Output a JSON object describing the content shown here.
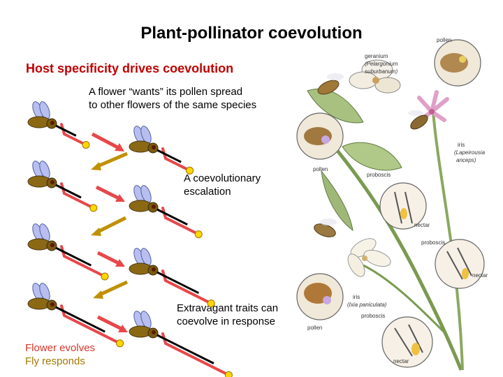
{
  "title": "Plant-pollinator coevolution",
  "subtitle": "Host specificity drives coevolution",
  "notes": {
    "flower_wants_1": "A flower “wants” its pollen spread",
    "flower_wants_2": "to other flowers of the same species",
    "escalation_1": "A coevolutionary",
    "escalation_2": "escalation",
    "extravagant_1": "Extravagant traits can",
    "extravagant_2": "coevolve in response"
  },
  "legend": {
    "flower": "Flower evolves",
    "fly": "Fly responds"
  },
  "illustration_labels": {
    "geranium": "geranium",
    "geranium_species_1": "(Pelargonium",
    "geranium_species_2": "suburbanum)",
    "pollen_top": "pollen",
    "pollen_left": "pollen",
    "pollen_bottom": "pollen",
    "iris": "iris",
    "iris_species_1": "(Lapeirousia",
    "iris_species_2": "anceps)",
    "proboscis_1": "proboscis",
    "proboscis_2": "proboscis",
    "proboscis_3": "proboscis",
    "nectar_1": "nectar",
    "nectar_2": "nectar",
    "nectar_3": "nectar",
    "iris2": "iris",
    "iris2_species": "(Ixia paniculata)"
  },
  "colors": {
    "title": "#000000",
    "subtitle": "#c00000",
    "flower_tube": "#e8474a",
    "fly_arrow": "#c09000",
    "flower_arrow": "#e8474a",
    "fly_body": "#8b6914",
    "fly_wing": "#b8bff0",
    "pollen": "#ffd700"
  }
}
